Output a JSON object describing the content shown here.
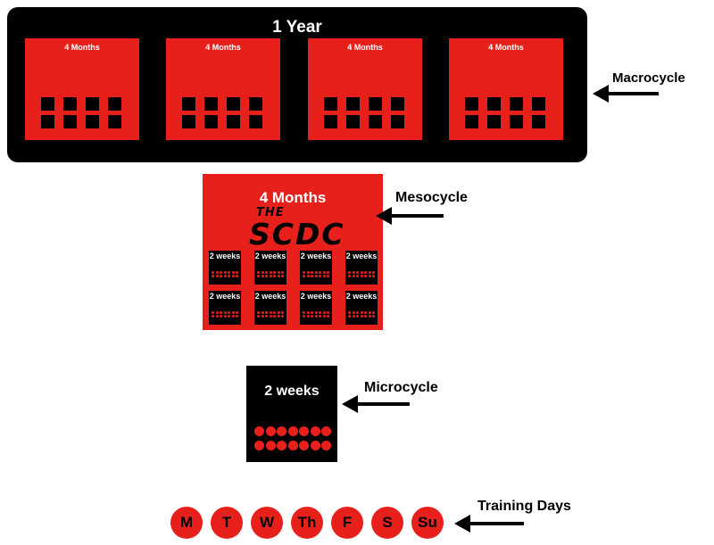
{
  "macrocycle": {
    "title": "1 Year",
    "months": [
      {
        "label": "4 Months"
      },
      {
        "label": "4 Months"
      },
      {
        "label": "4 Months"
      },
      {
        "label": "4 Months"
      }
    ],
    "annotation": "Macrocycle"
  },
  "mesocycle": {
    "title": "4 Months",
    "logo_top": "THE",
    "logo_main": "SCDC",
    "blocks": [
      {
        "label": "2 weeks"
      },
      {
        "label": "2 weeks"
      },
      {
        "label": "2 weeks"
      },
      {
        "label": "2 weeks"
      },
      {
        "label": "2 weeks"
      },
      {
        "label": "2 weeks"
      },
      {
        "label": "2 weeks"
      },
      {
        "label": "2 weeks"
      }
    ],
    "annotation": "Mesocycle"
  },
  "microcycle": {
    "title": "2 weeks",
    "annotation": "Microcycle"
  },
  "training_days": {
    "days": [
      "M",
      "T",
      "W",
      "Th",
      "F",
      "S",
      "Su"
    ],
    "annotation": "Training Days"
  },
  "colors": {
    "accent": "#e8201c",
    "dark": "#000000"
  },
  "icons": {
    "arrow": "left-arrow-icon"
  }
}
